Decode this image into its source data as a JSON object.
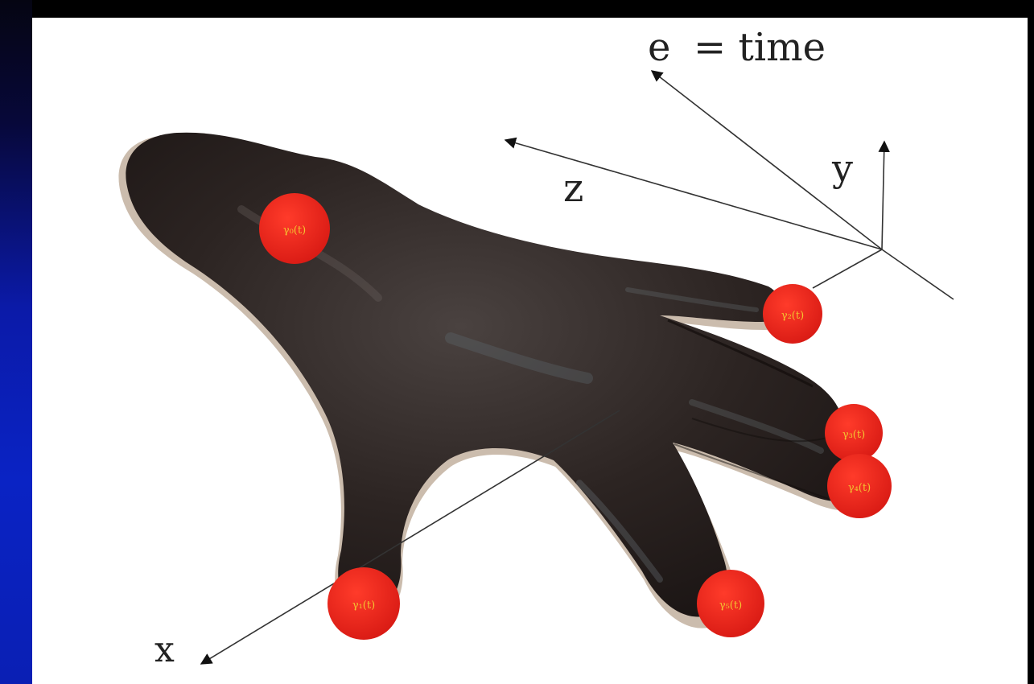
{
  "figure": {
    "axes": {
      "e_label": "e",
      "time_label": "= time",
      "y_label": "y",
      "z_label": "z",
      "x_label": "x"
    },
    "markers": [
      {
        "id": "wrist",
        "label": "γ₀(t)"
      },
      {
        "id": "index",
        "label": "γ₂(t)"
      },
      {
        "id": "middle",
        "label": "γ₃(t)"
      },
      {
        "id": "ring",
        "label": "γ₄(t)"
      },
      {
        "id": "little",
        "label": "γ₅(t)"
      },
      {
        "id": "thumb",
        "label": "γ₁(t)"
      }
    ]
  },
  "colors": {
    "marker": "#e3241c",
    "marker_label": "#f2c330",
    "hand": "#2a2220",
    "frame": "#0a23c4"
  }
}
